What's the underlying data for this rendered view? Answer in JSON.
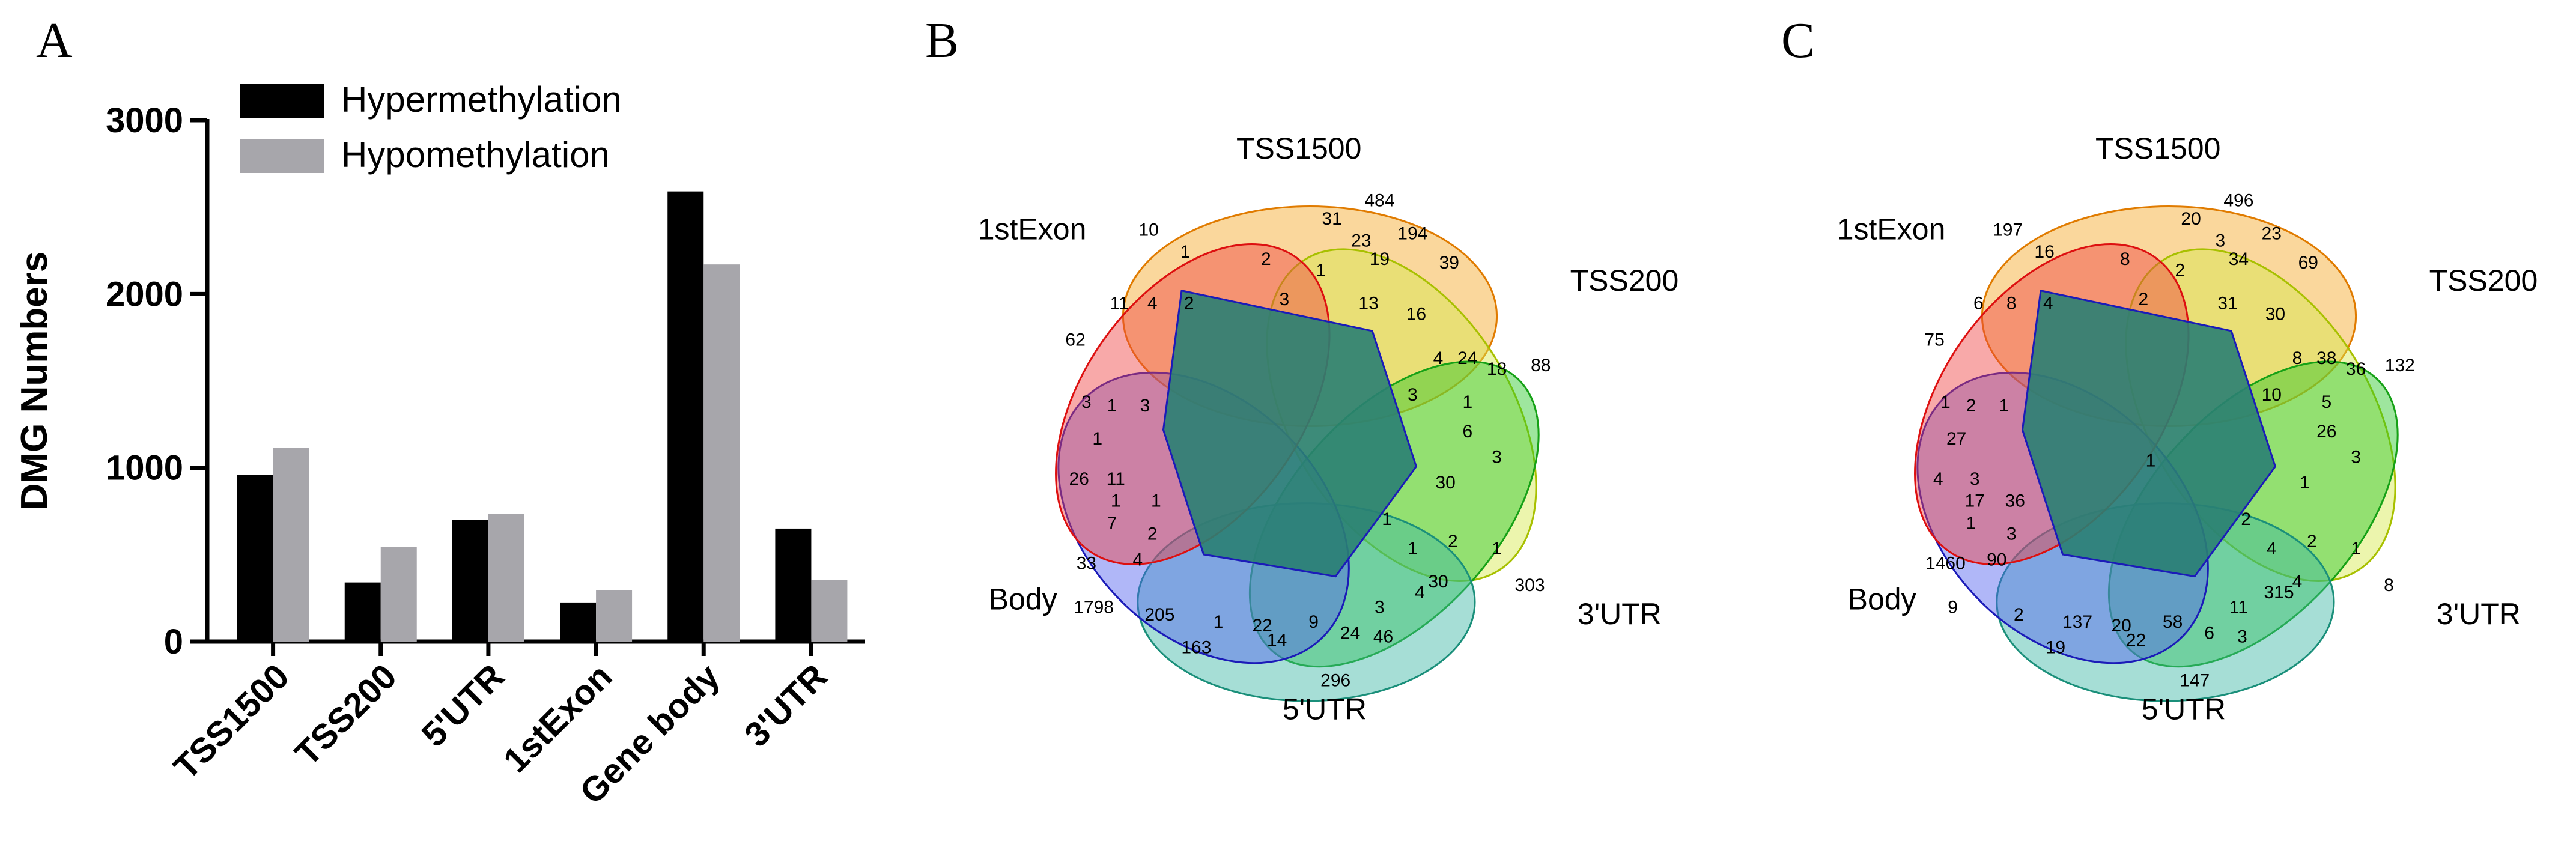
{
  "panel_labels": {
    "a": "A",
    "b": "B",
    "c": "C"
  },
  "chart_data": [
    {
      "type": "bar",
      "title": "",
      "xlabel": "",
      "ylabel": "DMG Numbers",
      "ylim": [
        0,
        3000
      ],
      "yticks": [
        "0",
        "1000",
        "2000",
        "3000"
      ],
      "categories": [
        "TSS1500",
        "TSS200",
        "5'UTR",
        "1stExon",
        "Gene body",
        "3'UTR"
      ],
      "legend_position": "top",
      "series": [
        {
          "name": "Hypermethylation",
          "color": "#000000",
          "values": [
            960,
            340,
            700,
            225,
            2590,
            650
          ]
        },
        {
          "name": "Hypomethylation",
          "color": "#a7a6ab",
          "values": [
            1115,
            545,
            735,
            295,
            2170,
            355
          ]
        }
      ]
    },
    {
      "type": "venn",
      "set_labels": [
        "TSS1500",
        "TSS200",
        "3'UTR",
        "5'UTR",
        "Body",
        "1stExon"
      ],
      "set_colors": [
        "#f5a623",
        "#d4e84a",
        "#29c729",
        "#3ab5a3",
        "#5060f0",
        "#f04040"
      ],
      "region_values": [
        "484",
        "31",
        "23",
        "194",
        "10",
        "1",
        "2",
        "1",
        "19",
        "39",
        "62",
        "11",
        "4",
        "2",
        "3",
        "13",
        "16",
        "4",
        "24",
        "18",
        "88",
        "1",
        "3",
        "6",
        "3",
        "30",
        "3",
        "1",
        "3",
        "1",
        "26",
        "11",
        "1",
        "1",
        "7",
        "2",
        "33",
        "4",
        "1798",
        "205",
        "1",
        "22",
        "163",
        "14",
        "9",
        "24",
        "46",
        "3",
        "4",
        "30",
        "296",
        "1",
        "2",
        "1",
        "303",
        "1"
      ]
    },
    {
      "type": "venn",
      "set_labels": [
        "TSS1500",
        "TSS200",
        "3'UTR",
        "5'UTR",
        "Body",
        "1stExon"
      ],
      "set_colors": [
        "#f5a623",
        "#d4e84a",
        "#29c729",
        "#3ab5a3",
        "#5060f0",
        "#f04040"
      ],
      "region_values": [
        "496",
        "20",
        "3",
        "23",
        "197",
        "16",
        "8",
        "2",
        "34",
        "69",
        "75",
        "6",
        "8",
        "4",
        "2",
        "31",
        "30",
        "8",
        "38",
        "36",
        "132",
        "5",
        "10",
        "26",
        "3",
        "1",
        "1",
        "2",
        "1",
        "27",
        "4",
        "3",
        "17",
        "36",
        "1",
        "3",
        "1460",
        "90",
        "9",
        "2",
        "137",
        "20",
        "19",
        "22",
        "58",
        "6",
        "3",
        "11",
        "315",
        "4",
        "147",
        "1",
        "2",
        "4",
        "8",
        "2",
        "1"
      ]
    }
  ]
}
